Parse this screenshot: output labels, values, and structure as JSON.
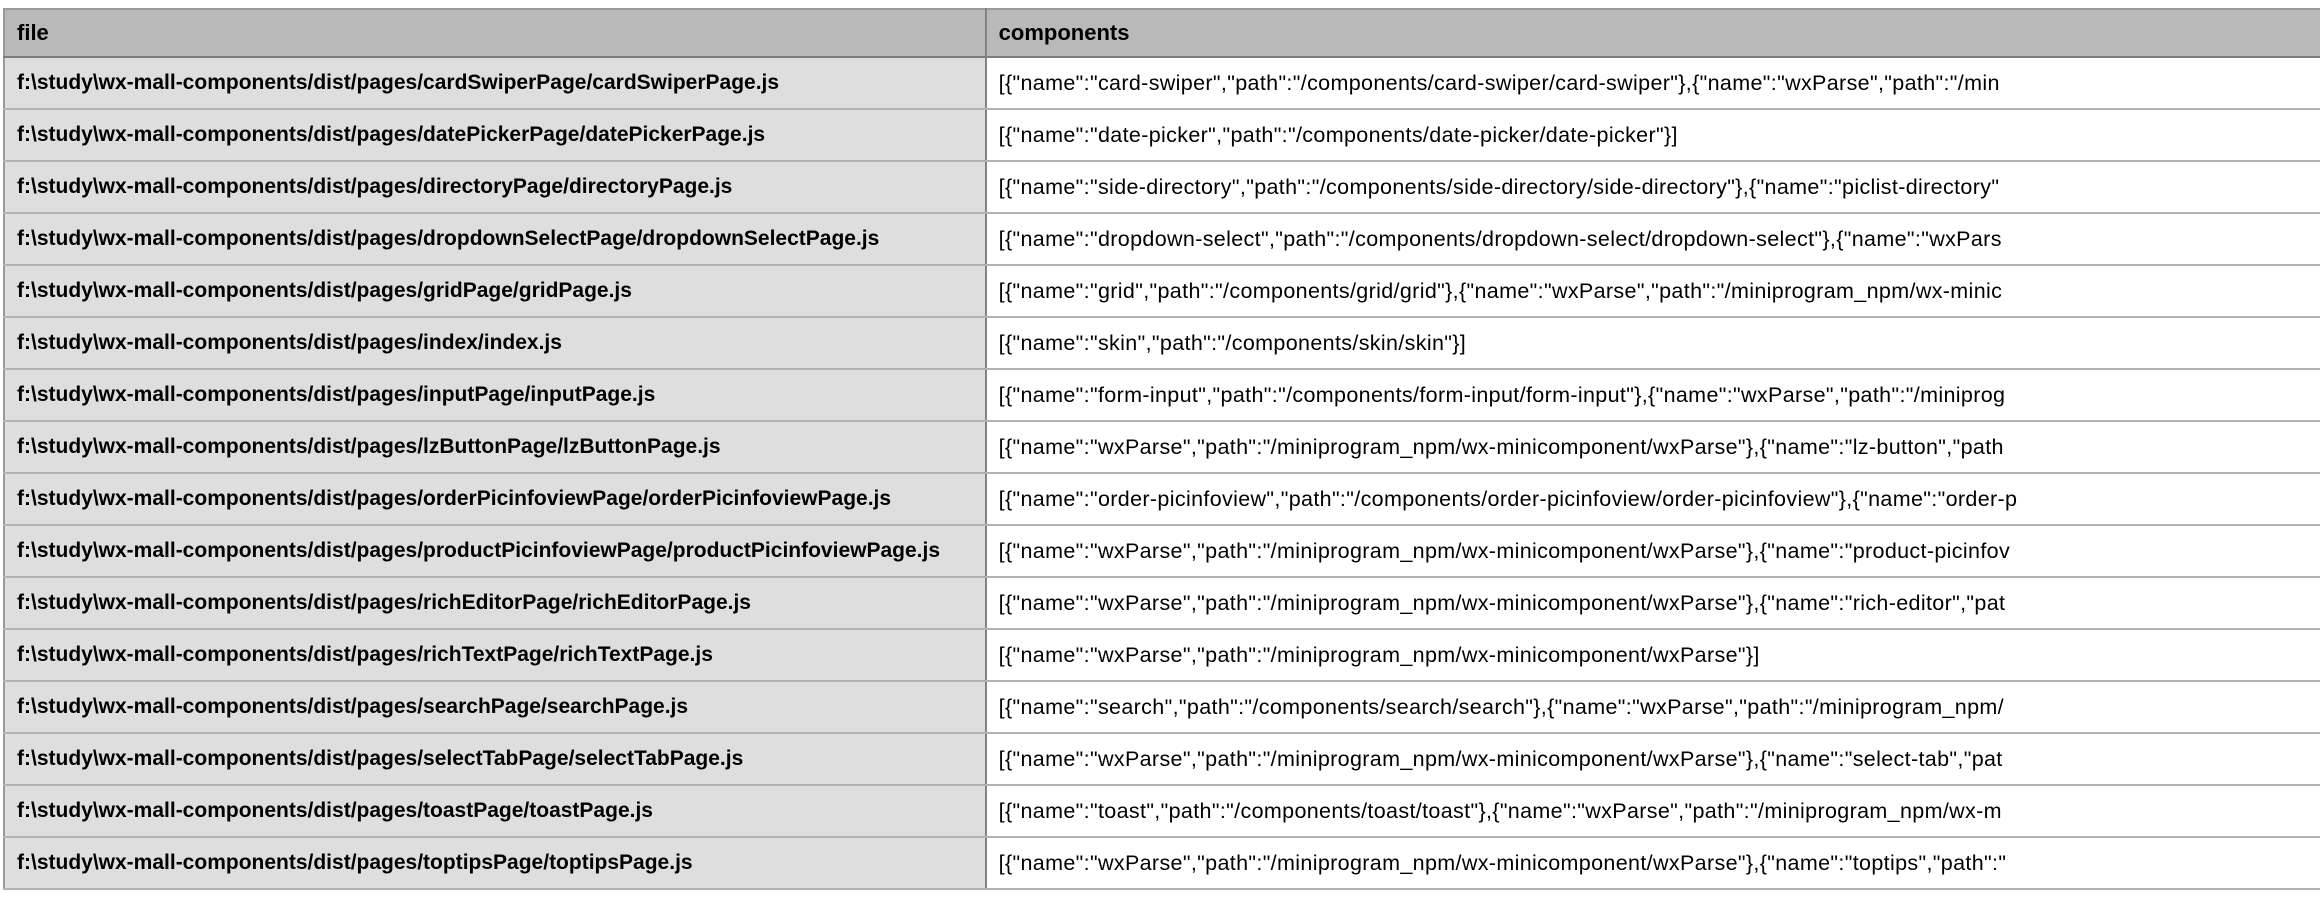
{
  "table": {
    "columns": [
      {
        "label": "file"
      },
      {
        "label": "components"
      }
    ],
    "rows": [
      {
        "file": "f:\\study\\wx-mall-components/dist/pages/cardSwiperPage/cardSwiperPage.js",
        "components": "[{\"name\":\"card-swiper\",\"path\":\"/components/card-swiper/card-swiper\"},{\"name\":\"wxParse\",\"path\":\"/min"
      },
      {
        "file": "f:\\study\\wx-mall-components/dist/pages/datePickerPage/datePickerPage.js",
        "components": "[{\"name\":\"date-picker\",\"path\":\"/components/date-picker/date-picker\"}]"
      },
      {
        "file": "f:\\study\\wx-mall-components/dist/pages/directoryPage/directoryPage.js",
        "components": "[{\"name\":\"side-directory\",\"path\":\"/components/side-directory/side-directory\"},{\"name\":\"piclist-directory\""
      },
      {
        "file": "f:\\study\\wx-mall-components/dist/pages/dropdownSelectPage/dropdownSelectPage.js",
        "components": "[{\"name\":\"dropdown-select\",\"path\":\"/components/dropdown-select/dropdown-select\"},{\"name\":\"wxPars"
      },
      {
        "file": "f:\\study\\wx-mall-components/dist/pages/gridPage/gridPage.js",
        "components": "[{\"name\":\"grid\",\"path\":\"/components/grid/grid\"},{\"name\":\"wxParse\",\"path\":\"/miniprogram_npm/wx-minic"
      },
      {
        "file": "f:\\study\\wx-mall-components/dist/pages/index/index.js",
        "components": "[{\"name\":\"skin\",\"path\":\"/components/skin/skin\"}]"
      },
      {
        "file": "f:\\study\\wx-mall-components/dist/pages/inputPage/inputPage.js",
        "components": "[{\"name\":\"form-input\",\"path\":\"/components/form-input/form-input\"},{\"name\":\"wxParse\",\"path\":\"/miniprog"
      },
      {
        "file": "f:\\study\\wx-mall-components/dist/pages/lzButtonPage/lzButtonPage.js",
        "components": "[{\"name\":\"wxParse\",\"path\":\"/miniprogram_npm/wx-minicomponent/wxParse\"},{\"name\":\"lz-button\",\"path"
      },
      {
        "file": "f:\\study\\wx-mall-components/dist/pages/orderPicinfoviewPage/orderPicinfoviewPage.js",
        "components": "[{\"name\":\"order-picinfoview\",\"path\":\"/components/order-picinfoview/order-picinfoview\"},{\"name\":\"order-p"
      },
      {
        "file": "f:\\study\\wx-mall-components/dist/pages/productPicinfoviewPage/productPicinfoviewPage.js",
        "components": "[{\"name\":\"wxParse\",\"path\":\"/miniprogram_npm/wx-minicomponent/wxParse\"},{\"name\":\"product-picinfov"
      },
      {
        "file": "f:\\study\\wx-mall-components/dist/pages/richEditorPage/richEditorPage.js",
        "components": "[{\"name\":\"wxParse\",\"path\":\"/miniprogram_npm/wx-minicomponent/wxParse\"},{\"name\":\"rich-editor\",\"pat"
      },
      {
        "file": "f:\\study\\wx-mall-components/dist/pages/richTextPage/richTextPage.js",
        "components": "[{\"name\":\"wxParse\",\"path\":\"/miniprogram_npm/wx-minicomponent/wxParse\"}]"
      },
      {
        "file": "f:\\study\\wx-mall-components/dist/pages/searchPage/searchPage.js",
        "components": "[{\"name\":\"search\",\"path\":\"/components/search/search\"},{\"name\":\"wxParse\",\"path\":\"/miniprogram_npm/"
      },
      {
        "file": "f:\\study\\wx-mall-components/dist/pages/selectTabPage/selectTabPage.js",
        "components": "[{\"name\":\"wxParse\",\"path\":\"/miniprogram_npm/wx-minicomponent/wxParse\"},{\"name\":\"select-tab\",\"pat"
      },
      {
        "file": "f:\\study\\wx-mall-components/dist/pages/toastPage/toastPage.js",
        "components": "[{\"name\":\"toast\",\"path\":\"/components/toast/toast\"},{\"name\":\"wxParse\",\"path\":\"/miniprogram_npm/wx-m"
      },
      {
        "file": "f:\\study\\wx-mall-components/dist/pages/toptipsPage/toptipsPage.js",
        "components": "[{\"name\":\"wxParse\",\"path\":\"/miniprogram_npm/wx-minicomponent/wxParse\"},{\"name\":\"toptips\",\"path\":\""
      }
    ]
  },
  "colors": {
    "header_bg": "#b9b9b9",
    "file_cell_bg": "#dedede",
    "components_cell_bg": "#ffffff",
    "row_border": "#b2b2b2",
    "header_border": "#7d7d7d",
    "column_divider": "#848484",
    "outer_border": "#9a9a9a",
    "text": "#000000"
  }
}
